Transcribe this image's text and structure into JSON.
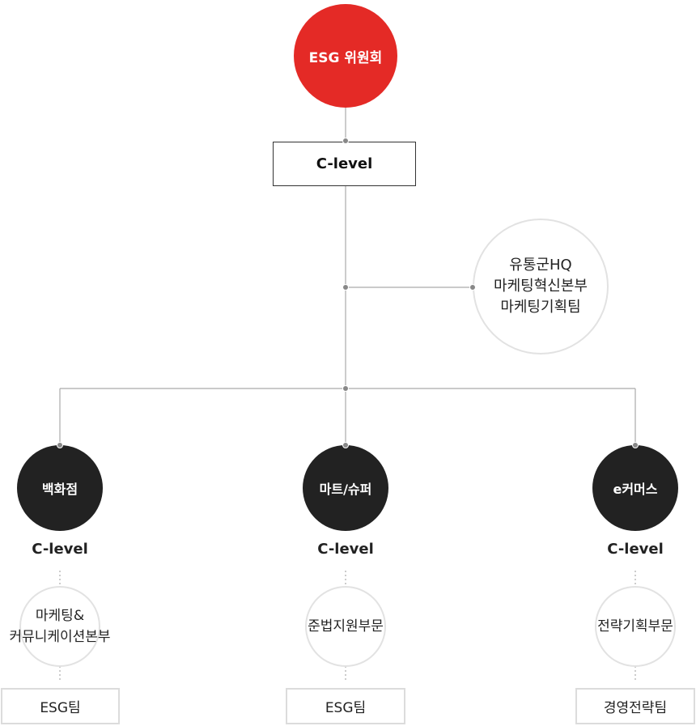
{
  "committee": {
    "label": "ESG 위원회"
  },
  "top_clevel": {
    "label": "C-level"
  },
  "hq": {
    "lines": [
      "유통군HQ",
      "마케팅혁신본부",
      "마케팅기획팀"
    ]
  },
  "divisions": [
    {
      "name": "백화점",
      "clevel": "C-level",
      "sub_lines": [
        "마케팅&",
        "커뮤니케이션본부"
      ],
      "team": "ESG팀"
    },
    {
      "name": "마트/슈퍼",
      "clevel": "C-level",
      "sub_lines": [
        "준법지원부문"
      ],
      "team": "ESG팀"
    },
    {
      "name": "e커머스",
      "clevel": "C-level",
      "sub_lines": [
        "전략기획부문"
      ],
      "team": "경영전략팀"
    }
  ],
  "colors": {
    "committee_red": "#e42a26",
    "division_dark": "#222222",
    "line_gray": "#aaaaaa",
    "border_light": "#e2e2e2"
  }
}
